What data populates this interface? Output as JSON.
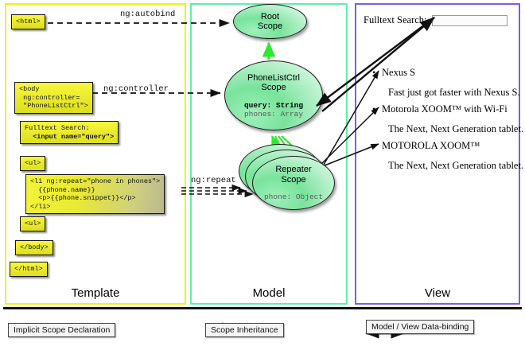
{
  "panels": {
    "template": {
      "label": "Template",
      "border_color": "#f2f20a"
    },
    "model": {
      "label": "Model",
      "border_color": "#5cf0a8"
    },
    "view": {
      "label": "View",
      "border_color": "#7b5cf0"
    }
  },
  "template_code": {
    "html_open": "<html>",
    "body_open": "<body\n ng:controller=\n \"PhoneListCtrl\">",
    "search_line1": "Fulltext Search:",
    "search_line2": "<input name=\"query\">",
    "ul_open": "<ul>",
    "li_block": "<li ng:repeat=\"phone in phones\">\n  {{phone.name}}\n  <p>{{phone.snippet}}</p>\n</li>",
    "ul_close": "<ul>",
    "body_close": "</body>",
    "html_close": "</html>"
  },
  "edge_labels": {
    "autobind": "ng:autobind",
    "controller": "ng:controller",
    "repeat": "ng:repeat"
  },
  "scopes": {
    "root": {
      "name_line1": "Root",
      "name_line2": "Scope"
    },
    "phonelistctrl": {
      "name_line1": "PhoneListCtrl",
      "name_line2": "Scope",
      "prop1": "query: String",
      "prop2": "phones: Array"
    },
    "repeater": {
      "name_line1": "Repeater",
      "name_line2": "Scope",
      "prop1": "phone: Object",
      "stack_count": 3
    }
  },
  "view": {
    "search_label": "Fulltext Search:",
    "search_value": "",
    "search_placeholder": "",
    "phones": [
      {
        "bullet": "•",
        "name": "Nexus S",
        "snippet": "Fast just got faster with Nexus S."
      },
      {
        "bullet": "•",
        "name": "Motorola XOOM™  with Wi-Fi",
        "snippet": "The Next, Next Generation tablet."
      },
      {
        "bullet": "•",
        "name": "MOTOROLA XOOM™",
        "snippet": "The Next, Next Generation tablet."
      }
    ]
  },
  "legend": {
    "implicit": "Implicit Scope Declaration",
    "inheritance": "Scope Inheritance",
    "databinding": "Model / View Data-binding"
  },
  "colors": {
    "scope_green": "#79e39c",
    "inherit_arrow_green": "#2dea2d",
    "code_yellow": "#eaea33",
    "arrow_black": "#111111"
  }
}
